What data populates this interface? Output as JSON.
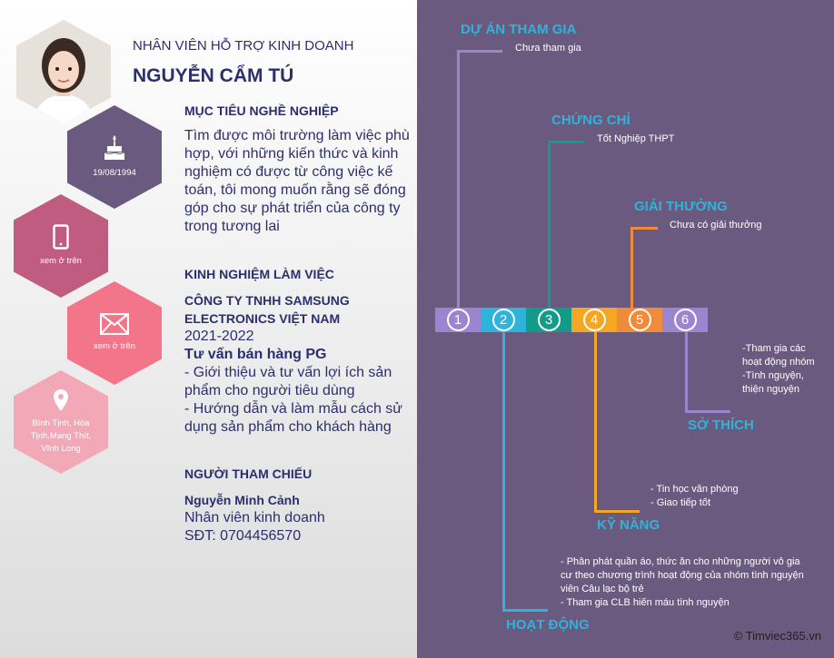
{
  "profile": {
    "job_title": "NHÂN VIÊN HỖ TRỢ KINH DOANH",
    "name": "NGUYỄN CẨM TÚ",
    "birthday": "19/08/1994",
    "phone": "xem ở trên",
    "email": "xem ở trên",
    "address": "Bình Tịnh, Hòa Tịnh,Mang Thít, Vĩnh Long"
  },
  "career": {
    "title": "MỤC TIÊU NGHỀ NGHIỆP",
    "text": "Tìm được môi trường làm việc phù hợp, với những kiến thức và kinh nghiệm có được từ công việc kế toán, tôi mong muốn rằng sẽ đóng góp cho sự phát triển của công ty trong tương lai"
  },
  "experience": {
    "title": "KINH NGHIỆM LÀM VIỆC",
    "company": "CÔNG TY TNHH SAMSUNG ELECTRONICS VIỆT NAM",
    "years": "2021-2022",
    "position": "Tư vấn bán hàng PG",
    "items": [
      "- Giới thiệu và tư vấn lợi ích sản phẩm cho người tiêu dùng",
      "- Hướng dẫn và làm mẫu cách sử dụng sản phẩm cho khách hàng"
    ]
  },
  "reference": {
    "title": "NGƯỜI THAM CHIẾU",
    "name": "Nguyễn Minh Cảnh",
    "role": "Nhân viên kinh doanh",
    "phone": "SĐT: 0704456570"
  },
  "timeline": {
    "numbers": [
      "1",
      "2",
      "3",
      "4",
      "5",
      "6"
    ],
    "colors": [
      "#9b84d0",
      "#2eb4d8",
      "#139b8a",
      "#f5a623",
      "#f08b3b",
      "#9b84d0"
    ],
    "projects": {
      "label": "DỰ ÁN THAM GIA",
      "text": "Chưa tham gia"
    },
    "certificates": {
      "label": "CHỨNG CHỈ",
      "text": "Tốt Nghiệp THPT"
    },
    "awards": {
      "label": "GIẢI THƯỞNG",
      "text": "Chưa có giải thưởng"
    },
    "hobbies": {
      "label": "SỞ THÍCH",
      "text": "-Tham gia các hoạt động nhóm\n-Tình nguyện, thiện nguyện"
    },
    "skills": {
      "label": "KỸ NĂNG",
      "text": "- Tin học văn phòng\n- Giao tiếp tốt"
    },
    "activities": {
      "label": "HOẠT ĐỘNG",
      "text": "- Phân phát quần áo, thức ăn cho những người vô gia cư theo chương trình hoạt động của nhóm tình nguyện viên Câu lạc bộ trẻ\n- Tham gia CLB hiến máu tình nguyện"
    }
  },
  "footer": {
    "copyright": "© Timviec365.vn"
  }
}
